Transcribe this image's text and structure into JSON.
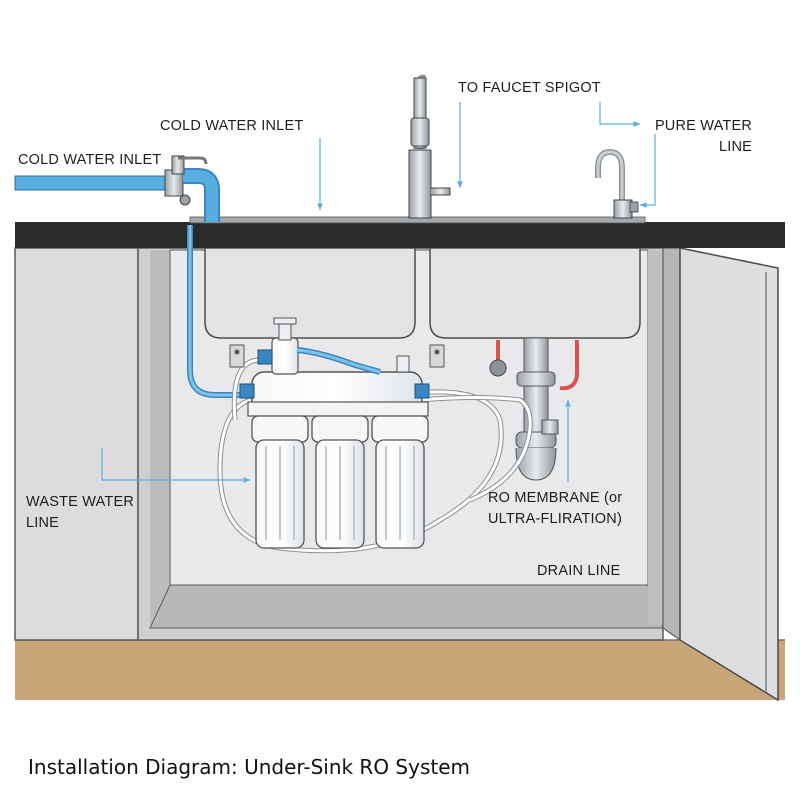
{
  "labels": {
    "cold_inlet_left": "COLD WATER INLET",
    "cold_inlet_top": "COLD WATER INLET",
    "faucet_spigot": "TO FAUCET SPIGOT",
    "pure_water_line_1": "PURE WATER",
    "pure_water_line_2": "LINE",
    "waste_water_line_1": "WASTE WATER",
    "waste_water_line_2": "LINE",
    "ro_membrane_1": "RO MEMBRANE (or",
    "ro_membrane_2": "ULTRA-FLIRATION)",
    "drain_line": "DRAIN LINE"
  },
  "caption": "Installation Diagram: Under-Sink RO System",
  "colors": {
    "water_line_blue": "#58aee0",
    "hot_line_red": "#d8534c",
    "countertop": "#2a2a2a",
    "floor": "#c9a57a",
    "callout_line": "#5ab0dc"
  }
}
